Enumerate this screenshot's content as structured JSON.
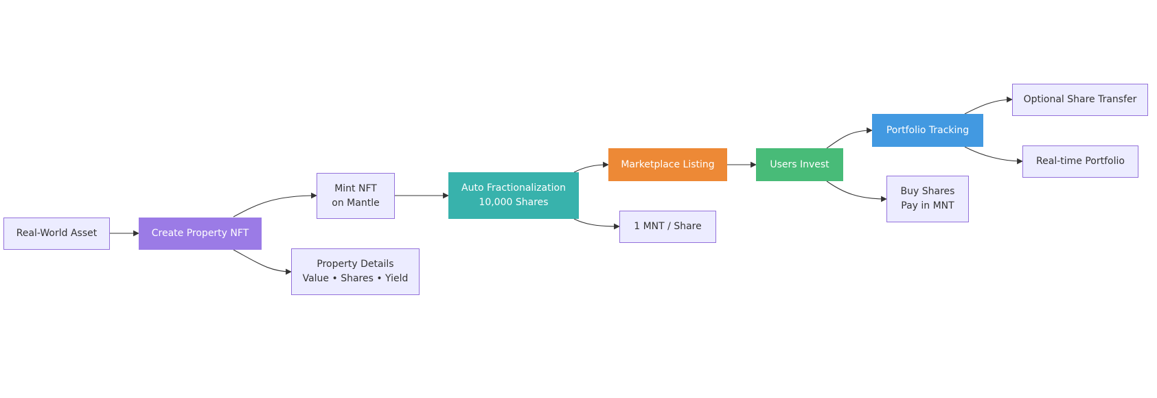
{
  "colors": {
    "node_fill": "#ECECFF",
    "node_border": "#9370DB",
    "text": "#333333",
    "edge": "#333333",
    "create_property_nft": "#9B7BE6",
    "auto_fractionalization": "#38B2AC",
    "marketplace_listing": "#ED8936",
    "users_invest": "#48BB78",
    "portfolio_tracking": "#4299E1"
  },
  "nodes": {
    "real_world_asset": {
      "lines": [
        "Real-World Asset"
      ]
    },
    "create_property_nft": {
      "lines": [
        "Create Property NFT"
      ]
    },
    "mint_nft": {
      "lines": [
        "Mint NFT",
        "on Mantle"
      ]
    },
    "property_details": {
      "lines": [
        "Property Details",
        "Value • Shares • Yield"
      ]
    },
    "auto_fractionalization": {
      "lines": [
        "Auto Fractionalization",
        "10,000 Shares"
      ]
    },
    "marketplace_listing": {
      "lines": [
        "Marketplace Listing"
      ]
    },
    "share_price": {
      "lines": [
        "1 MNT / Share"
      ]
    },
    "users_invest": {
      "lines": [
        "Users Invest"
      ]
    },
    "portfolio_tracking": {
      "lines": [
        "Portfolio Tracking"
      ]
    },
    "buy_shares": {
      "lines": [
        "Buy Shares",
        "Pay in MNT"
      ]
    },
    "optional_share_transfer": {
      "lines": [
        "Optional Share Transfer"
      ]
    },
    "realtime_portfolio": {
      "lines": [
        "Real-time Portfolio"
      ]
    }
  },
  "edges": [
    {
      "from": "real_world_asset",
      "to": "create_property_nft"
    },
    {
      "from": "create_property_nft",
      "to": "mint_nft"
    },
    {
      "from": "create_property_nft",
      "to": "property_details"
    },
    {
      "from": "mint_nft",
      "to": "auto_fractionalization"
    },
    {
      "from": "auto_fractionalization",
      "to": "marketplace_listing"
    },
    {
      "from": "auto_fractionalization",
      "to": "share_price"
    },
    {
      "from": "marketplace_listing",
      "to": "users_invest"
    },
    {
      "from": "users_invest",
      "to": "portfolio_tracking"
    },
    {
      "from": "users_invest",
      "to": "buy_shares"
    },
    {
      "from": "portfolio_tracking",
      "to": "optional_share_transfer"
    },
    {
      "from": "portfolio_tracking",
      "to": "realtime_portfolio"
    }
  ]
}
